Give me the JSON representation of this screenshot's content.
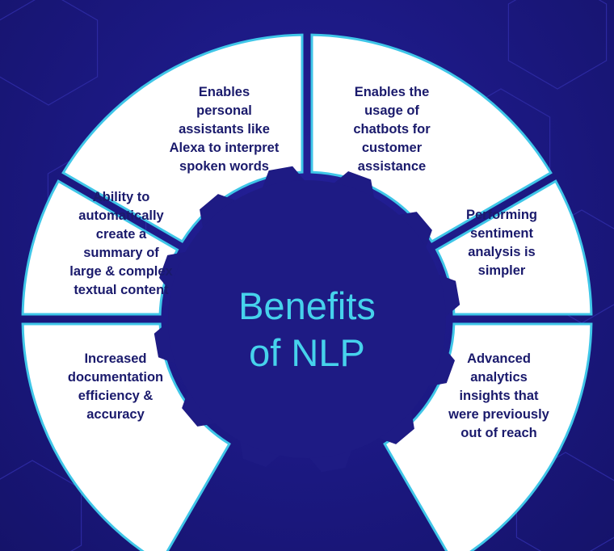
{
  "title_lines": [
    "Benefits",
    "of NLP"
  ],
  "segments": [
    {
      "lines": [
        "Enables",
        "personal",
        "assistants like",
        "Alexa to interpret",
        "spoken words"
      ]
    },
    {
      "lines": [
        "Enables the",
        "usage of",
        "chatbots for",
        "customer",
        "assistance"
      ]
    },
    {
      "lines": [
        "Performing",
        "sentiment",
        "analysis is",
        "simpler"
      ]
    },
    {
      "lines": [
        "Advanced",
        "analytics",
        "insights that",
        "were previously",
        "out of reach"
      ]
    },
    {
      "lines": [
        "Increased",
        "documentation",
        "efficiency &",
        "accuracy"
      ]
    },
    {
      "lines": [
        "Ability to",
        "automatically",
        "create a",
        "summary of",
        "large & complex",
        "textual content"
      ]
    }
  ],
  "colors": {
    "background": "#1e1b84",
    "segment_fill": "#ffffff",
    "segment_border": "#3fc6e8",
    "title": "#46d2ec",
    "segment_text": "#1a1a6c"
  }
}
